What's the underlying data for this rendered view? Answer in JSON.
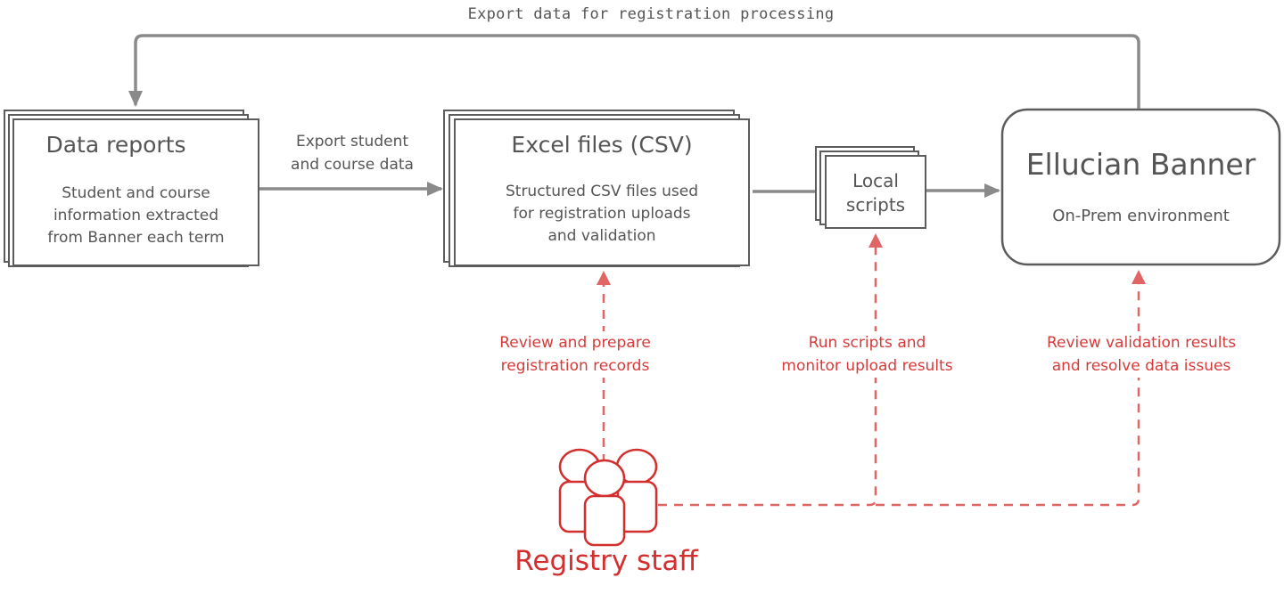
{
  "colors": {
    "stroke": "#5c5c5c",
    "arrow": "#8a8a8a",
    "accent_red": "#d32f2f",
    "dashed_red": "#e06666",
    "background": "#ffffff"
  },
  "nodes": {
    "data_reports": {
      "title": "Data reports",
      "description": "Student and course\ninformation extracted\nfrom Banner each term",
      "shape": "stacked-documents"
    },
    "excel_files": {
      "title": "Excel files (CSV)",
      "description": "Structured CSV files used\nfor registration uploads\nand validation",
      "shape": "stacked-documents"
    },
    "local_scripts": {
      "title": "Local\nscripts",
      "shape": "stacked-documents"
    },
    "ellucian_banner": {
      "title": "Ellucian Banner",
      "description": "On-Prem environment",
      "shape": "rounded-rectangle"
    },
    "registry_staff": {
      "label": "Registry staff",
      "icon": "users-group-icon"
    }
  },
  "edges": {
    "banner_to_reports": {
      "label": "Export data for registration processing"
    },
    "reports_to_excel": {
      "label": "Export student\nand course data"
    },
    "excel_to_scripts": {
      "label": ""
    },
    "scripts_to_banner": {
      "label": ""
    },
    "staff_to_excel": {
      "label": "Review and prepare\nregistration records"
    },
    "staff_to_scripts": {
      "label": "Run scripts and\nmonitor upload results"
    },
    "staff_to_banner": {
      "label": "Review validation results\nand resolve data issues"
    }
  }
}
